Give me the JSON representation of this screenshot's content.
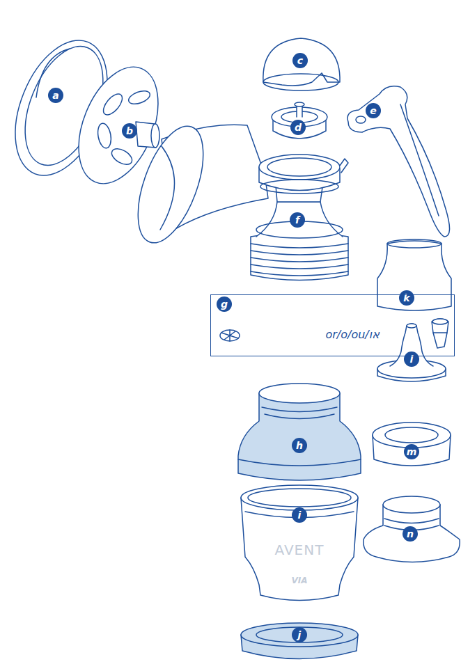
{
  "diagram": {
    "nodes": [
      {
        "text": [
          "g",
          "or/o/ou/או"
        ]
      }
    ],
    "labels": [
      "c",
      "a",
      "e",
      "b",
      "d",
      "f",
      "k",
      "l",
      "h",
      "m",
      "i",
      "AVENT",
      "VIA",
      "n",
      "j"
    ]
  }
}
